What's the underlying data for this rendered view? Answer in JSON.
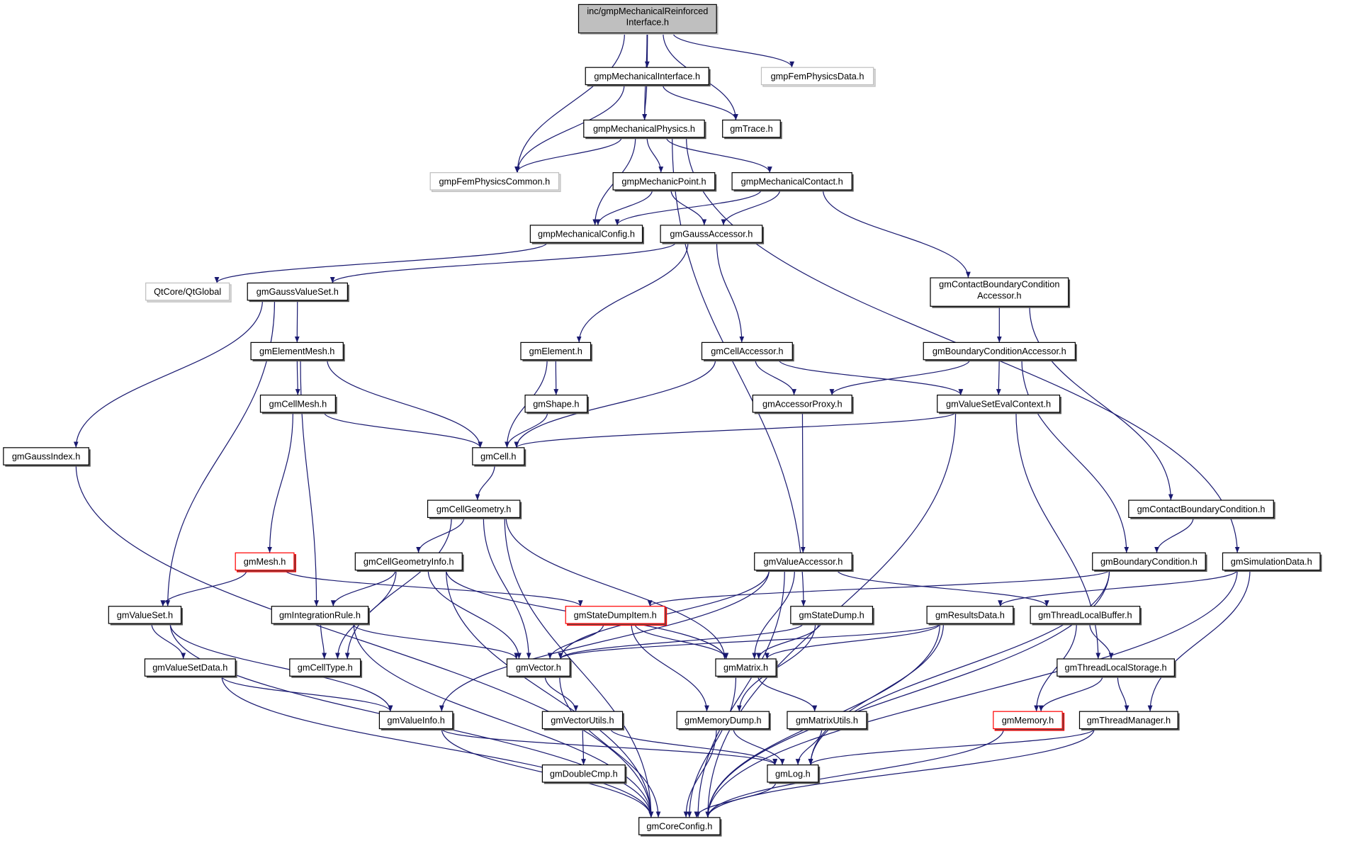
{
  "colors": {
    "edge": "#191970",
    "root_fill": "#bfbfbf",
    "missing_border": "#ff0000",
    "external_border": "#bfbfbf"
  },
  "nodes": [
    {
      "id": 1,
      "label": "inc/gmpMechanicalReinforced",
      "label2": "Interface.h",
      "style": "root"
    },
    {
      "id": 2,
      "label": "gmpMechanicalInterface.h",
      "style": "normal"
    },
    {
      "id": 3,
      "label": "gmpFemPhysicsData.h",
      "style": "external"
    },
    {
      "id": 4,
      "label": "gmpMechanicalPhysics.h",
      "style": "normal"
    },
    {
      "id": 5,
      "label": "gmTrace.h",
      "style": "normal"
    },
    {
      "id": 6,
      "label": "gmpFemPhysicsCommon.h",
      "style": "external"
    },
    {
      "id": 7,
      "label": "gmpMechanicPoint.h",
      "style": "normal"
    },
    {
      "id": 8,
      "label": "gmpMechanicalContact.h",
      "style": "normal"
    },
    {
      "id": 9,
      "label": "gmpMechanicalConfig.h",
      "style": "normal"
    },
    {
      "id": 10,
      "label": "gmGaussAccessor.h",
      "style": "normal"
    },
    {
      "id": 11,
      "label": "QtCore/QtGlobal",
      "style": "external"
    },
    {
      "id": 12,
      "label": "gmGaussValueSet.h",
      "style": "normal"
    },
    {
      "id": 13,
      "label": "gmContactBoundaryCondition",
      "label2": "Accessor.h",
      "style": "normal"
    },
    {
      "id": 14,
      "label": "gmElementMesh.h",
      "style": "normal"
    },
    {
      "id": 15,
      "label": "gmElement.h",
      "style": "normal"
    },
    {
      "id": 16,
      "label": "gmCellAccessor.h",
      "style": "normal"
    },
    {
      "id": 17,
      "label": "gmBoundaryConditionAccessor.h",
      "style": "normal"
    },
    {
      "id": 18,
      "label": "gmCellMesh.h",
      "style": "normal"
    },
    {
      "id": 19,
      "label": "gmShape.h",
      "style": "normal"
    },
    {
      "id": 20,
      "label": "gmAccessorProxy.h",
      "style": "normal"
    },
    {
      "id": 21,
      "label": "gmValueSetEvalContext.h",
      "style": "normal"
    },
    {
      "id": 22,
      "label": "gmGaussIndex.h",
      "style": "normal"
    },
    {
      "id": 23,
      "label": "gmCell.h",
      "style": "normal"
    },
    {
      "id": 24,
      "label": "gmCellGeometry.h",
      "style": "normal"
    },
    {
      "id": 25,
      "label": "gmContactBoundaryCondition.h",
      "style": "normal"
    },
    {
      "id": 26,
      "label": "gmMesh.h",
      "style": "missing"
    },
    {
      "id": 27,
      "label": "gmCellGeometryInfo.h",
      "style": "normal"
    },
    {
      "id": 28,
      "label": "gmValueAccessor.h",
      "style": "normal"
    },
    {
      "id": 29,
      "label": "gmBoundaryCondition.h",
      "style": "normal"
    },
    {
      "id": 30,
      "label": "gmSimulationData.h",
      "style": "normal"
    },
    {
      "id": 31,
      "label": "gmValueSet.h",
      "style": "normal"
    },
    {
      "id": 32,
      "label": "gmIntegrationRule.h",
      "style": "normal"
    },
    {
      "id": 33,
      "label": "gmStateDumpItem.h",
      "style": "missing"
    },
    {
      "id": 34,
      "label": "gmStateDump.h",
      "style": "normal"
    },
    {
      "id": 35,
      "label": "gmResultsData.h",
      "style": "normal"
    },
    {
      "id": 36,
      "label": "gmThreadLocalBuffer.h",
      "style": "normal"
    },
    {
      "id": 37,
      "label": "gmValueSetData.h",
      "style": "normal"
    },
    {
      "id": 38,
      "label": "gmCellType.h",
      "style": "normal"
    },
    {
      "id": 39,
      "label": "gmVector.h",
      "style": "normal"
    },
    {
      "id": 40,
      "label": "gmMatrix.h",
      "style": "normal"
    },
    {
      "id": 41,
      "label": "gmThreadLocalStorage.h",
      "style": "normal"
    },
    {
      "id": 42,
      "label": "gmValueInfo.h",
      "style": "normal"
    },
    {
      "id": 43,
      "label": "gmVectorUtils.h",
      "style": "normal"
    },
    {
      "id": 44,
      "label": "gmMemoryDump.h",
      "style": "normal"
    },
    {
      "id": 45,
      "label": "gmMatrixUtils.h",
      "style": "normal"
    },
    {
      "id": 46,
      "label": "gmMemory.h",
      "style": "missing"
    },
    {
      "id": 47,
      "label": "gmThreadManager.h",
      "style": "normal"
    },
    {
      "id": 48,
      "label": "gmDoubleCmp.h",
      "style": "normal"
    },
    {
      "id": 49,
      "label": "gmLog.h",
      "style": "normal"
    },
    {
      "id": 50,
      "label": "gmCoreConfig.h",
      "style": "normal"
    }
  ],
  "edges": [
    [
      1,
      2
    ],
    [
      1,
      3
    ],
    [
      1,
      4
    ],
    [
      1,
      5
    ],
    [
      1,
      6
    ],
    [
      2,
      4
    ],
    [
      2,
      5
    ],
    [
      2,
      6
    ],
    [
      4,
      6
    ],
    [
      4,
      9
    ],
    [
      4,
      7
    ],
    [
      4,
      8
    ],
    [
      4,
      34
    ],
    [
      4,
      30
    ],
    [
      7,
      9
    ],
    [
      7,
      10
    ],
    [
      8,
      9
    ],
    [
      8,
      10
    ],
    [
      8,
      13
    ],
    [
      9,
      11
    ],
    [
      10,
      12
    ],
    [
      10,
      15
    ],
    [
      10,
      16
    ],
    [
      12,
      22
    ],
    [
      12,
      31
    ],
    [
      12,
      14
    ],
    [
      13,
      17
    ],
    [
      13,
      25
    ],
    [
      14,
      18
    ],
    [
      14,
      23
    ],
    [
      14,
      32
    ],
    [
      15,
      19
    ],
    [
      15,
      23
    ],
    [
      16,
      23
    ],
    [
      16,
      20
    ],
    [
      16,
      21
    ],
    [
      17,
      20
    ],
    [
      17,
      21
    ],
    [
      17,
      29
    ],
    [
      18,
      23
    ],
    [
      18,
      26
    ],
    [
      19,
      23
    ],
    [
      20,
      28
    ],
    [
      21,
      23
    ],
    [
      21,
      41
    ],
    [
      21,
      50
    ],
    [
      22,
      50
    ],
    [
      23,
      24
    ],
    [
      24,
      50
    ],
    [
      24,
      38
    ],
    [
      24,
      27
    ],
    [
      24,
      39
    ],
    [
      24,
      40
    ],
    [
      25,
      29
    ],
    [
      26,
      31
    ],
    [
      26,
      33
    ],
    [
      27,
      32
    ],
    [
      27,
      38
    ],
    [
      27,
      39
    ],
    [
      27,
      40
    ],
    [
      27,
      50
    ],
    [
      28,
      39
    ],
    [
      28,
      42
    ],
    [
      28,
      40
    ],
    [
      28,
      36
    ],
    [
      28,
      50
    ],
    [
      29,
      33
    ],
    [
      29,
      49
    ],
    [
      29,
      50
    ],
    [
      30,
      35
    ],
    [
      30,
      47
    ],
    [
      30,
      50
    ],
    [
      31,
      37
    ],
    [
      31,
      42
    ],
    [
      31,
      50
    ],
    [
      32,
      38
    ],
    [
      32,
      39
    ],
    [
      32,
      50
    ],
    [
      33,
      39
    ],
    [
      33,
      40
    ],
    [
      33,
      44
    ],
    [
      34,
      39
    ],
    [
      34,
      40
    ],
    [
      34,
      44
    ],
    [
      35,
      39
    ],
    [
      35,
      40
    ],
    [
      35,
      49
    ],
    [
      35,
      50
    ],
    [
      36,
      41
    ],
    [
      36,
      46
    ],
    [
      37,
      42
    ],
    [
      37,
      50
    ],
    [
      39,
      43
    ],
    [
      39,
      50
    ],
    [
      40,
      45
    ],
    [
      40,
      50
    ],
    [
      41,
      46
    ],
    [
      41,
      47
    ],
    [
      42,
      49
    ],
    [
      42,
      50
    ],
    [
      43,
      48
    ],
    [
      43,
      49
    ],
    [
      44,
      49
    ],
    [
      44,
      50
    ],
    [
      45,
      49
    ],
    [
      46,
      50
    ],
    [
      47,
      49
    ],
    [
      47,
      50
    ],
    [
      49,
      50
    ]
  ]
}
